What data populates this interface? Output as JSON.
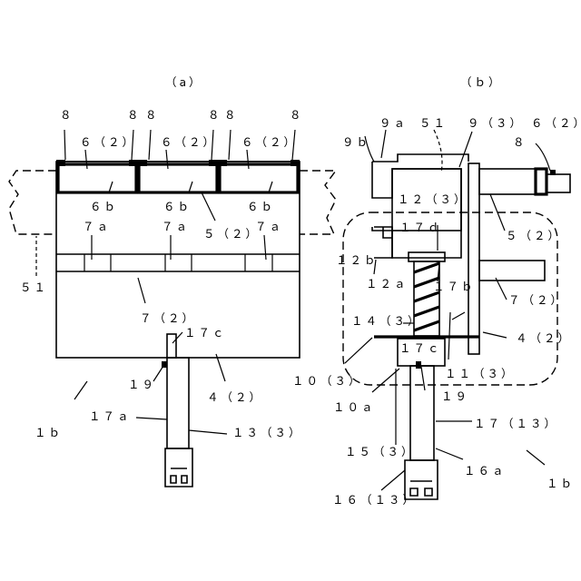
{
  "figure_a": {
    "caption": "（a）",
    "labels": {
      "n8_1": "８",
      "n8_2": "８",
      "n8_3": "８",
      "n8_4": "８",
      "n8_5": "８",
      "n8_6": "８",
      "n6_1": "６（２）",
      "n6_2": "６（２）",
      "n6_3": "６（２）",
      "n6b_1": "６ｂ",
      "n6b_2": "６ｂ",
      "n6b_3": "６ｂ",
      "n5": "５（２）",
      "n7a_1": "７ａ",
      "n7a_2": "７ａ",
      "n7a_3": "７ａ",
      "n51": "５１",
      "n7": "７（２）",
      "n17c": "１７ｃ",
      "n19": "１９",
      "n4": "４（２）",
      "n1b": "１ｂ",
      "n17a": "１７ａ",
      "n13": "１３（３）"
    }
  },
  "figure_b": {
    "caption": "（ｂ）",
    "labels": {
      "n9a": "９ａ",
      "n51": "５１",
      "n9": "９（３）",
      "n6": "６（２）",
      "n9b": "９ｂ",
      "n8": "８",
      "n12": "１２（３）",
      "n17d": "１７ｄ",
      "n5": "５（２）",
      "n12b": "１２ｂ",
      "n12a": "１２ａ",
      "n17b": "１７ｂ",
      "n7": "７（２）",
      "n14": "１４（３）",
      "n4": "４（２）",
      "n10": "１０（３）",
      "n17c": "１７ｃ",
      "n11": "１１（３）",
      "n10a": "１０ａ",
      "n19": "１９",
      "n17": "１７（１３）",
      "n15": "１５（３）",
      "n16a": "１６ａ",
      "n1b": "１ｂ",
      "n16": "１６（１３）"
    }
  }
}
